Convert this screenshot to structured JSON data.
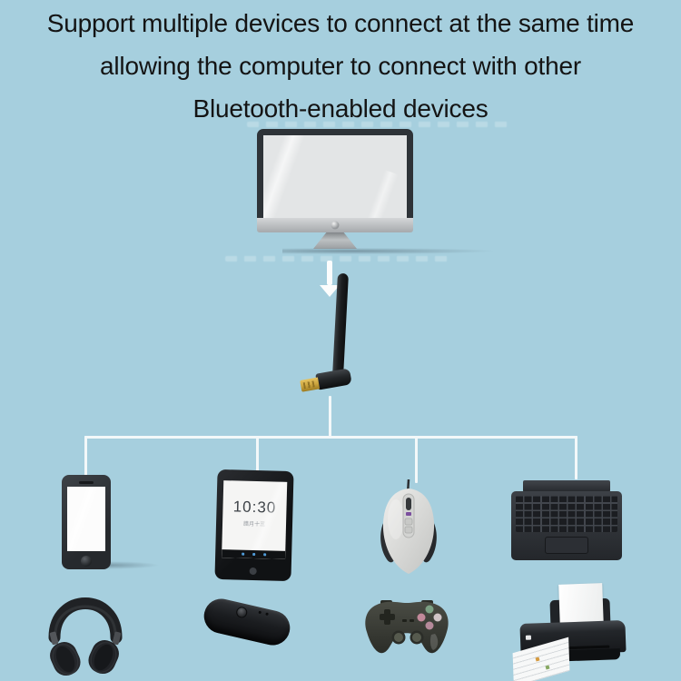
{
  "colors": {
    "background": "#a6cfde",
    "title_text": "#141414",
    "connector_line": "#f3f8f9",
    "usb_plug_gold": "#c9a23c",
    "tablet_dock_icon_blue": "#4f9bd8",
    "controller_button_green": "#7ca083",
    "controller_button_pink": "#c2899a"
  },
  "title": {
    "line1": "Support multiple devices to connect at the same time",
    "line2": "allowing the computer to connect with other",
    "line3": "Bluetooth-enabled devices"
  },
  "hub": {
    "source_device": "desktop-monitor",
    "flow_icon": "down-arrow",
    "adapter": "usb-bluetooth-adapter-with-antenna"
  },
  "tablet": {
    "time": "10:30",
    "date": "腊月十三"
  },
  "connected_devices": [
    "smartphone",
    "tablet",
    "wireless-mouse",
    "bluetooth-keyboard",
    "headphones",
    "bluetooth-speaker",
    "game-controller",
    "printer"
  ]
}
